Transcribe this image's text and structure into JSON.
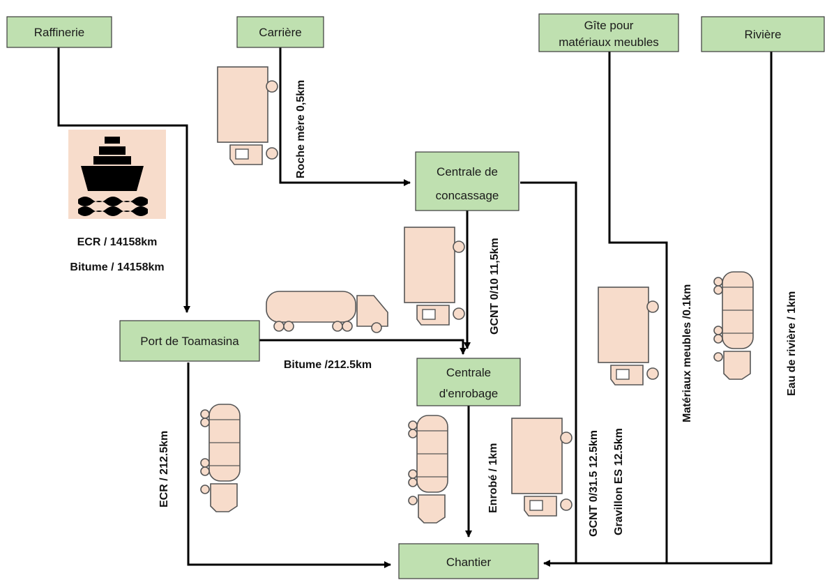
{
  "nodes": {
    "raffinerie": "Raffinerie",
    "carriere": "Carrière",
    "gite_line1": "Gîte pour",
    "gite_line2": "matériaux meubles",
    "riviere": "Rivière",
    "concassage_line1": "Centrale de",
    "concassage_line2": "concassage",
    "port": "Port de Toamasina",
    "enrobage_line1": "Centrale",
    "enrobage_line2": "d'enrobage",
    "chantier": "Chantier"
  },
  "edges": {
    "ecr_sea": "ECR / 14158km",
    "bitume_sea": "Bitume / 14158km",
    "roche": "Roche mère 0,5km",
    "gcnt_010": "GCNT 0/10 11,5km",
    "bitume_road": "Bitume /212.5km",
    "ecr_road": "ECR / 212.5km",
    "enrobe": "Enrobé / 1km",
    "gcnt_0315": "GCNT 0/31.5 12.5km",
    "gravillon": "Gravillon ES 12.5km",
    "materiaux": "Matériaux meubles /0.1km",
    "eau": "Eau de rivière / 1km"
  },
  "icons": [
    "ship-icon",
    "box-truck-icon",
    "tanker-truck-icon"
  ],
  "colors": {
    "node_fill": "#bfe0b0",
    "ship_bg": "#f7dccb",
    "truck_fill": "#f7dccb"
  }
}
